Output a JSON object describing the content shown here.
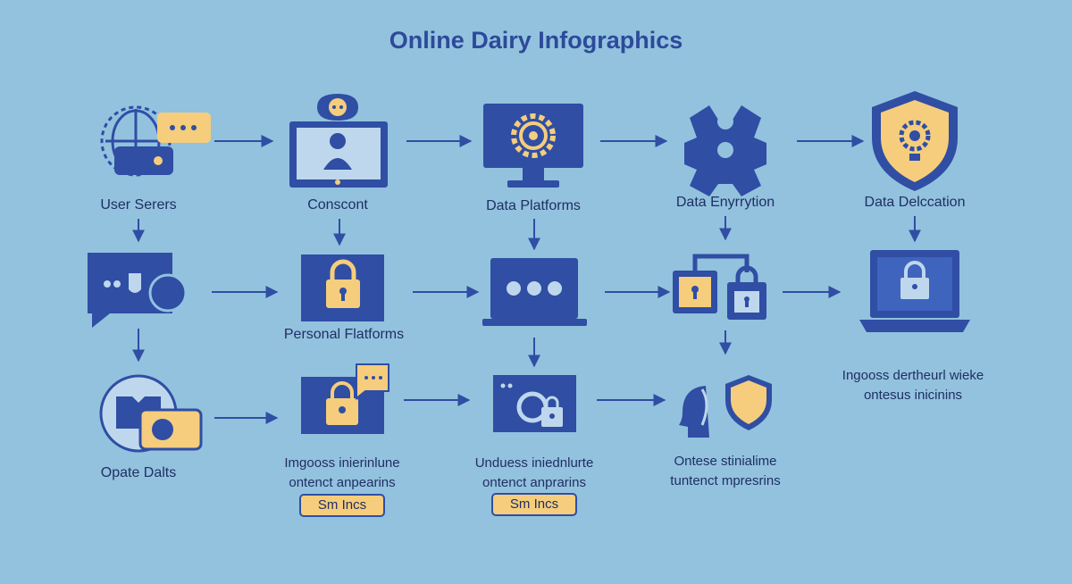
{
  "title": "Online Dairy Infographics",
  "colors": {
    "background": "#93c2de",
    "icon_dark": "#2f4ea4",
    "icon_light": "#f5cd7c",
    "arrow": "#2f4ea4"
  },
  "nodes": [
    {
      "label": "User Serers",
      "icon": "globe-chat-icon"
    },
    {
      "label": "Conscont",
      "icon": "monitor-user-icon"
    },
    {
      "label": "Data Platforms",
      "icon": "monitor-gear-icon"
    },
    {
      "label": "Data Enyrrytion",
      "icon": "puzzle-icon"
    },
    {
      "label": "Data Delccation",
      "icon": "shield-gear-icon"
    },
    {
      "label": "",
      "icon": "chat-bubbles-icon"
    },
    {
      "label": "Personal Flatforms",
      "icon": "lock-box-icon"
    },
    {
      "label": "",
      "icon": "dots-screen-icon"
    },
    {
      "label": "",
      "icon": "double-lock-icon"
    },
    {
      "label": "Ingooss dertheurl wieke\nontesus inicinins",
      "icon": "laptop-lock-icon"
    },
    {
      "label": "Opate Dalts",
      "icon": "circle-card-icon"
    },
    {
      "label": "Imgooss inierinlune\nontenct anpearins",
      "icon": "lock-chat-icon"
    },
    {
      "label": "Unduess iniednlurte\nontenct anprarins",
      "icon": "browser-lock-icon"
    },
    {
      "label": "Ontese stinialime\ntuntenct mpresrins",
      "icon": "head-shield-icon"
    }
  ],
  "badges": [
    "Sm Incs",
    "Sm Incs"
  ]
}
